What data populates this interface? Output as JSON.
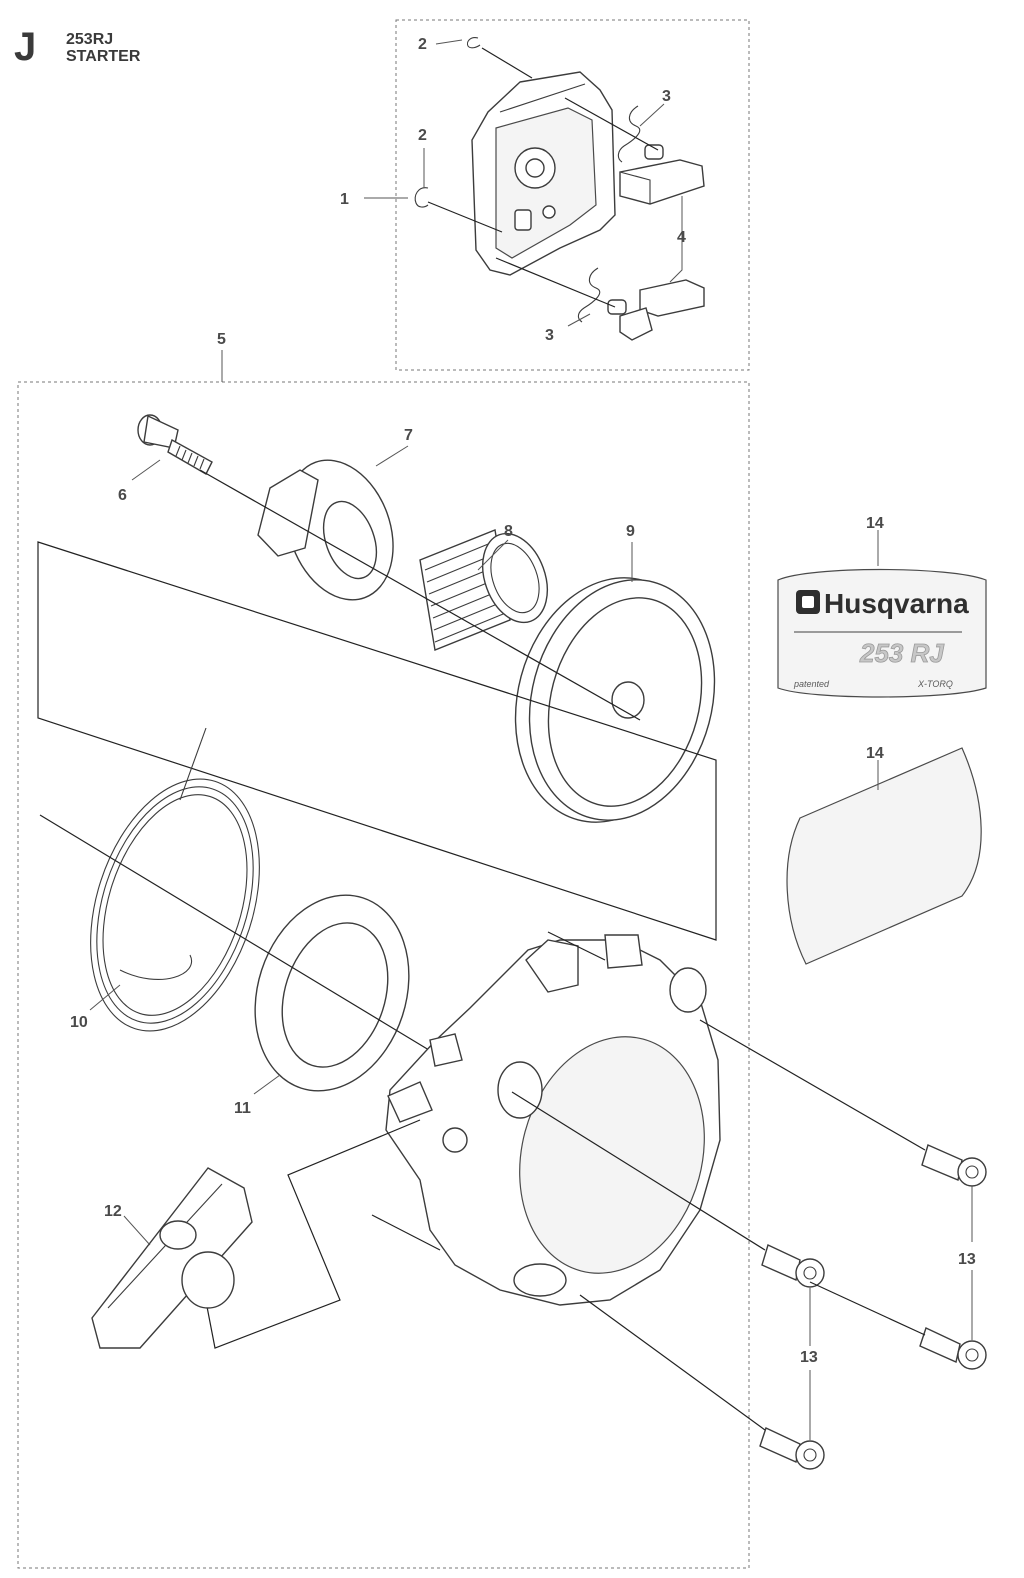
{
  "header": {
    "section_letter": "J",
    "model": "253RJ",
    "title": "STARTER"
  },
  "callouts": {
    "c1": "1",
    "c2a": "2",
    "c2b": "2",
    "c3a": "3",
    "c3b": "3",
    "c4": "4",
    "c5": "5",
    "c6": "6",
    "c7": "7",
    "c8": "8",
    "c9": "9",
    "c10": "10",
    "c11": "11",
    "c12": "12",
    "c13a": "13",
    "c13b": "13",
    "c14a": "14",
    "c14b": "14"
  },
  "decal": {
    "brand": "Husqvarna",
    "model": "253 RJ",
    "left_note": "patented",
    "right_note": "X-TORQ"
  }
}
